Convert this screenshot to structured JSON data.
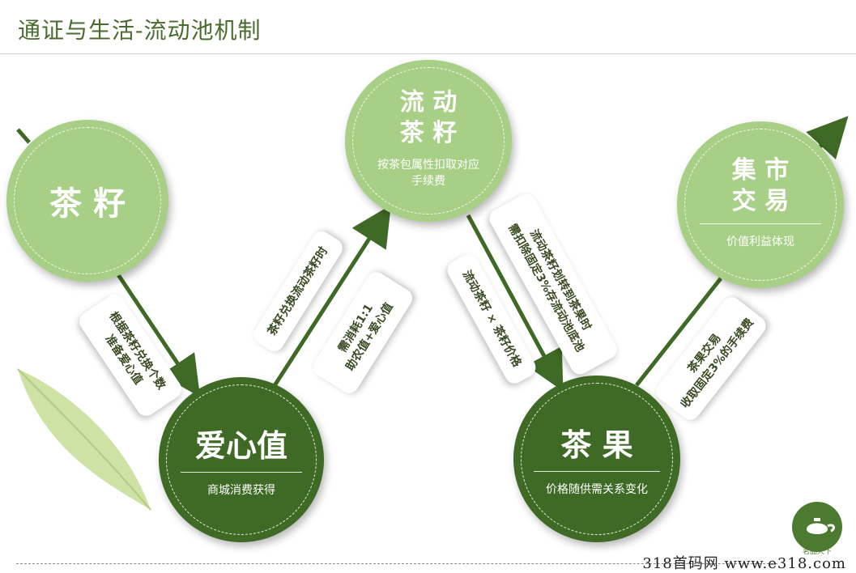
{
  "title": "通证与生活-流动池机制",
  "nodes": {
    "seed": {
      "title_lines": [
        "茶 籽"
      ]
    },
    "love": {
      "title_lines": [
        "爱心值"
      ],
      "sub": "商城消费获得"
    },
    "flow": {
      "title_lines": [
        "流 动",
        "茶 籽"
      ],
      "sub_lines": [
        "按茶包属性扣取对应",
        "手续费"
      ]
    },
    "fruit": {
      "title_lines": [
        "茶 果"
      ],
      "sub": "价格随供需关系变化"
    },
    "market": {
      "title_lines": [
        "集 市",
        "交 易"
      ],
      "sub": "价值利益体现"
    }
  },
  "notes": {
    "n1": [
      "根据茶籽兑换个数",
      "准备爱心值"
    ],
    "n2": [
      "茶籽兑换流动茶籽时"
    ],
    "n3": [
      "需消耗1:1",
      "助农值+爱心值"
    ],
    "n4": [
      "流动茶籽划转到茶果时",
      "需扣除固定3%存流动池底池"
    ],
    "n5": [
      "流动茶籽 × 茶籽价格"
    ],
    "n6": [
      "茶果交易",
      "收取固定3%的手续费"
    ]
  },
  "footer": {
    "watermark": "318首码网  www.e318.com",
    "logo_text": "茗品天下"
  },
  "colors": {
    "light_green": "#a7d086",
    "dark_green": "#3f6a25",
    "arrow": "#3f6a25",
    "title": "#4a6a2e"
  }
}
